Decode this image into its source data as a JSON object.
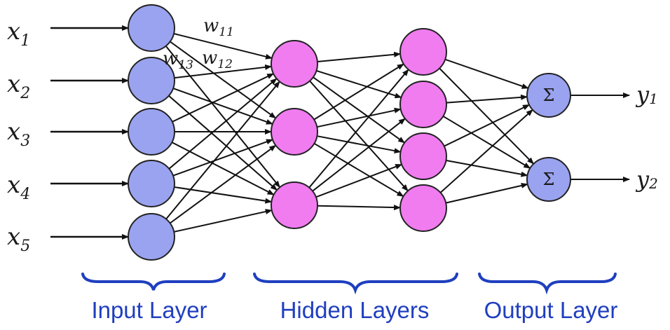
{
  "colors": {
    "input_node": "#9aa3f0",
    "hidden_node": "#f07cf0",
    "output_node": "#9aa3f0",
    "edge": "#111111",
    "brace": "#1f3fbf",
    "label": "#1f3fbf"
  },
  "inputs": [
    {
      "var": "x",
      "sub": "1"
    },
    {
      "var": "x",
      "sub": "2"
    },
    {
      "var": "x",
      "sub": "3"
    },
    {
      "var": "x",
      "sub": "4"
    },
    {
      "var": "x",
      "sub": "5"
    }
  ],
  "weights": [
    {
      "var": "w",
      "sub": "11"
    },
    {
      "var": "w",
      "sub": "13"
    },
    {
      "var": "w",
      "sub": "12"
    }
  ],
  "output_symbol": "Σ",
  "outputs": [
    {
      "var": "y",
      "sub": "1"
    },
    {
      "var": "y",
      "sub": "2"
    }
  ],
  "layer_labels": {
    "input": "Input Layer",
    "hidden": "Hidden Layers",
    "output": "Output Layer"
  },
  "layers": {
    "input_count": 5,
    "hidden1_count": 3,
    "hidden2_count": 4,
    "output_count": 2
  }
}
